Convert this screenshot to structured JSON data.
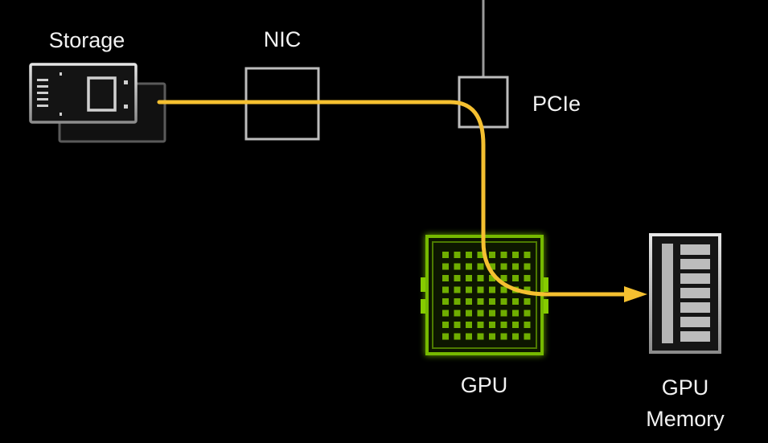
{
  "labels": {
    "storage": "Storage",
    "nic": "NIC",
    "pcie": "PCIe",
    "gpu": "GPU",
    "gpu_memory_line1": "GPU",
    "gpu_memory_line2": "Memory"
  },
  "colors": {
    "background": "#000000",
    "data_path": "#f5c030",
    "gpu_accent": "#76b900",
    "outline": "#bfbfbf",
    "text": "#f2f2f2"
  }
}
